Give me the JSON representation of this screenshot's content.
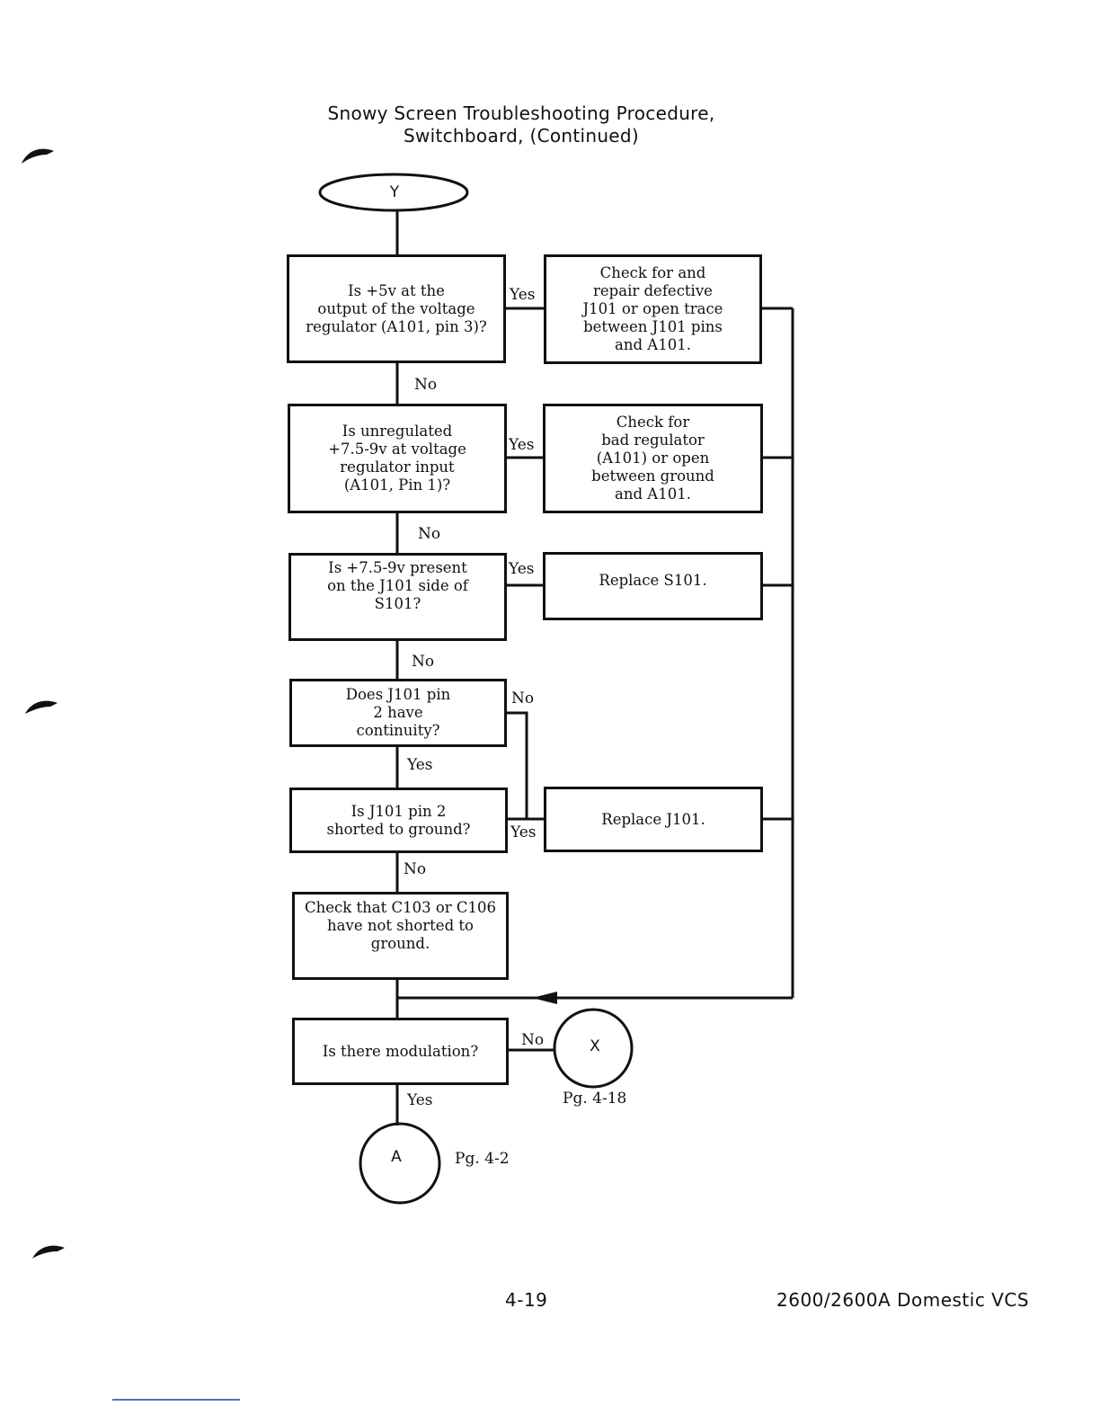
{
  "title": {
    "line1": "Snowy Screen Troubleshooting Procedure,",
    "line2": "Switchboard, (Continued)"
  },
  "terminals": {
    "start": "Y",
    "x": "X",
    "x_ref": "Pg. 4-18",
    "a": "A",
    "a_ref": "Pg. 4-2"
  },
  "nodes": {
    "q1": "Is +5v at the\noutput of the voltage\nregulator (A101, pin 3)?",
    "a1": "Check for and\nrepair defective\nJ101 or open trace\nbetween J101 pins\nand A101.",
    "q2": "Is unregulated\n+7.5-9v at voltage\nregulator input\n(A101, Pin 1)?",
    "a2": "Check for\nbad regulator\n(A101) or open\nbetween ground\nand A101.",
    "q3": "Is +7.5-9v present\non the J101 side of\nS101?",
    "a3": "Replace S101.",
    "q4": "Does J101 pin\n2 have\ncontinuity?",
    "q5": "Is J101 pin 2\nshorted to ground?",
    "a5": "Replace J101.",
    "a6": "Check that C103 or C106\nhave not shorted to\nground.",
    "q7": "Is there modulation?"
  },
  "edge_labels": {
    "q1_yes": "Yes",
    "q1_no": "No",
    "q2_yes": "Yes",
    "q2_no": "No",
    "q3_yes": "Yes",
    "q3_no": "No",
    "q4_no": "No",
    "q4_yes": "Yes",
    "q5_yes": "Yes",
    "q5_no": "No",
    "q7_no": "No",
    "q7_yes": "Yes"
  },
  "footer": {
    "page_number": "4-19",
    "doc_title": "2600/2600A Domestic VCS"
  }
}
